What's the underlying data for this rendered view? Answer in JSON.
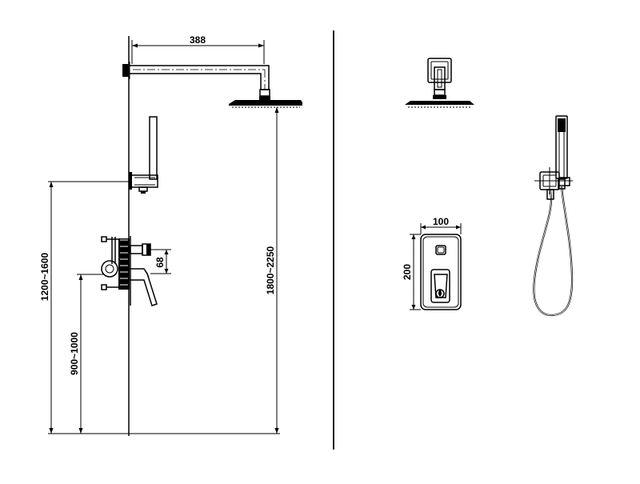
{
  "dimensions": {
    "arm_length": "388",
    "head_height": "1800~2250",
    "holder_height": "1200~1600",
    "valve_height": "900~1000",
    "outlet_offset": "68",
    "plate_width": "100",
    "plate_height": "200"
  },
  "colors": {
    "line": "#000000",
    "background": "#ffffff"
  },
  "icons": [
    "shower-head-icon",
    "hand-shower-icon",
    "wall-elbow-icon",
    "hose-icon",
    "valve-plate-icon"
  ]
}
